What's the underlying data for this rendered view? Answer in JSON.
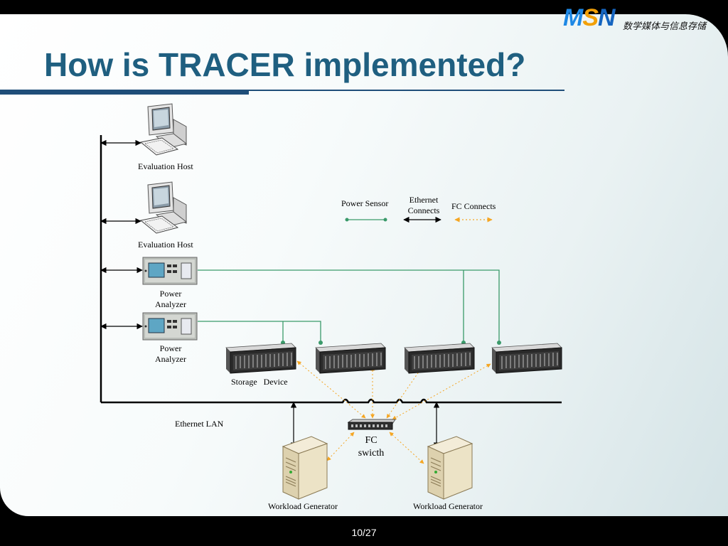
{
  "header": {
    "logo": {
      "m": "M",
      "s": "S",
      "n": "N"
    },
    "logo_subtitle": "数学媒体与信息存储",
    "title": "How is TRACER implemented?"
  },
  "legend": {
    "power_sensor": "Power Sensor",
    "ethernet_connects_1": "Ethernet",
    "ethernet_connects_2": "Connects",
    "fc_connects": "FC Connects"
  },
  "nodes": {
    "evaluation_host_1": "Evaluation Host",
    "evaluation_host_2": "Evaluation Host",
    "power_analyzer_1a": "Power",
    "power_analyzer_1b": "Analyzer",
    "power_analyzer_2a": "Power",
    "power_analyzer_2b": "Analyzer",
    "storage_device": "Storage   Device",
    "ethernet_lan": "Ethernet LAN",
    "fc_switch_1": "FC",
    "fc_switch_2": "swicth",
    "workload_generator_1": "Workload Generator",
    "workload_generator_2": "Workload Generator"
  },
  "colors": {
    "title": "#1f5f80",
    "power_sensor": "#3a9a6a",
    "fc_connects": "#f5a623",
    "ethernet": "#000000"
  },
  "footer": {
    "page": "10/27"
  }
}
